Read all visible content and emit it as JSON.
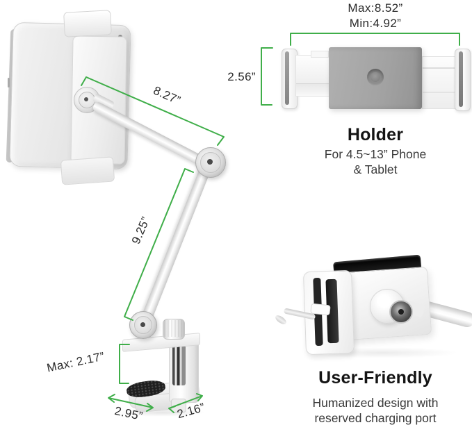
{
  "accent_color": "#3fae49",
  "dimensions": {
    "holder_max_width": "Max:8.52”",
    "holder_min_width": "Min:4.92”",
    "holder_height": "2.56”",
    "upper_arm_length": "8.27”",
    "lower_arm_length": "9.25”",
    "clamp_opening_max": "Max: 2.17”",
    "base_depth": "2.95”",
    "base_width": "2.16”"
  },
  "holder_section": {
    "title": "Holder",
    "subtitle_line1": "For 4.5~13” Phone",
    "subtitle_line2": "& Tablet"
  },
  "user_friendly_section": {
    "title": "User-Friendly",
    "subtitle_line1": "Humanized design with",
    "subtitle_line2": "reserved charging port"
  }
}
